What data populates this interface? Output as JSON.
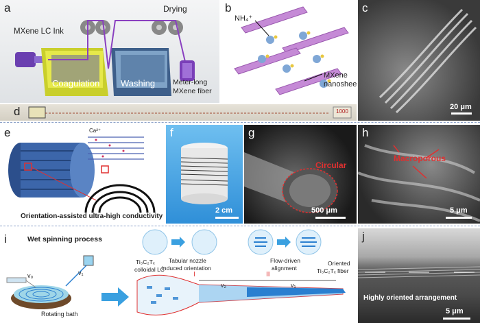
{
  "panels": {
    "a": {
      "label": "a",
      "ink": "MXene LC Ink",
      "coag": "Coagulation",
      "wash": "Washing",
      "drying": "Drying",
      "fiber_l1": "Meter-long",
      "fiber_l2": "MXene fiber"
    },
    "b": {
      "label": "b",
      "ion": "NH₄⁺",
      "sheets_l1": "MXene",
      "sheets_l2": "nanosheets"
    },
    "c": {
      "label": "c",
      "scale": "20 μm"
    },
    "d": {
      "label": "d",
      "tag": "1000"
    },
    "e": {
      "label": "e",
      "ion": "Ca²⁺",
      "caption": "Orientation-assisted ultra-high conductivity"
    },
    "f": {
      "label": "f",
      "scale": "2 cm"
    },
    "g": {
      "label": "g",
      "note": "Circular",
      "scale": "500 μm"
    },
    "h": {
      "label": "h",
      "note": "Macroporous",
      "scale": "5 μm"
    },
    "i": {
      "label": "i",
      "title": "Wet spinning process",
      "v0": "v₀",
      "v1": "v₁",
      "v2": "v₂",
      "v1b": "v₁",
      "bath": "Rotating bath",
      "colloid_l1": "Ti₃C₂Tₓ",
      "colloid_l2": "colloidal LC",
      "nozzle_l1": "Tabular nozzle",
      "nozzle_l2": "induced orientation",
      "flow_l1": "Flow-driven",
      "flow_l2": "alignment",
      "fiber_l1": "Oriented",
      "fiber_l2": "Ti₃C₂Tₓ fiber",
      "roman1": "I",
      "roman2": "II"
    },
    "j": {
      "label": "j",
      "caption": "Highly oriented arrangement",
      "scale": "5 μm"
    }
  },
  "colors": {
    "separator": "#8aa0c8",
    "accent_red": "#e03030",
    "fiber_blue": "#2a7fd0",
    "purple": "#b070c8"
  }
}
